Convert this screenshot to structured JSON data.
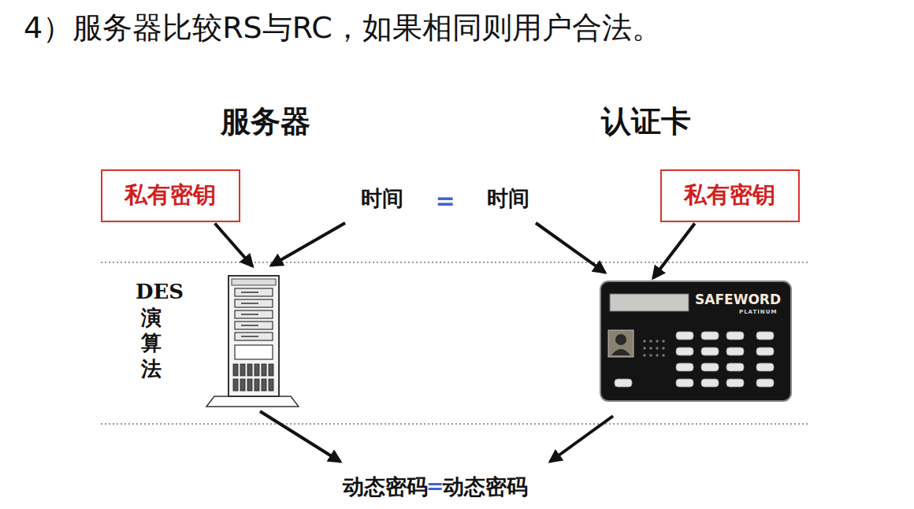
{
  "diagram": {
    "title": "4）服务器比较RS与RC，如果相同则用户合法。",
    "nodes": [
      {
        "text": [
          "私有密钥"
        ]
      },
      {
        "text": [
          "私有密钥"
        ]
      },
      {
        "text": [
          "DES 演算法"
        ]
      },
      {
        "text": [
          "SAFEWORD",
          "PLATINUM"
        ]
      }
    ],
    "edges": [
      {
        "from": 0,
        "to": 2,
        "arrow": "to"
      },
      {
        "from": 1,
        "to": 3,
        "arrow": "to"
      }
    ],
    "labels": [
      "服务器",
      "认证卡",
      "时间",
      "=",
      "时间",
      "动态密码",
      "=",
      "动态密码"
    ]
  }
}
